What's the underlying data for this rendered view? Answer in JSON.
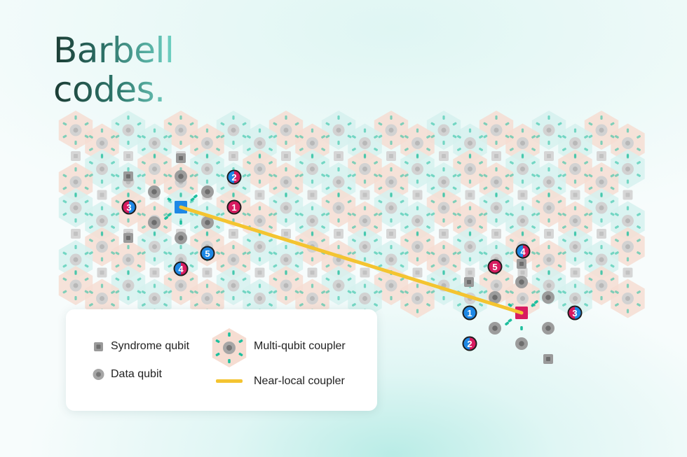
{
  "title": {
    "line1": "Barbell",
    "line2": "codes."
  },
  "colors": {
    "syndrome": "#9a9a9a",
    "data": "#8f8f8f",
    "coupler_green": "#1fbf9e",
    "near_local": "#f4c430",
    "highlight_blue": "#1e88e5",
    "highlight_red": "#d81b60",
    "hex_peach": "#f6ddd2",
    "hex_mint": "#d6f1ee"
  },
  "lattice": {
    "highlight_a": {
      "color": "blue",
      "labels": [
        {
          "text": "1",
          "style": "red"
        },
        {
          "text": "2",
          "style": "split"
        },
        {
          "text": "3",
          "style": "split-rb"
        },
        {
          "text": "4",
          "style": "split"
        },
        {
          "text": "5",
          "style": "blue"
        }
      ]
    },
    "highlight_b": {
      "color": "red",
      "labels": [
        {
          "text": "1",
          "style": "blue"
        },
        {
          "text": "2",
          "style": "split"
        },
        {
          "text": "3",
          "style": "split-rb"
        },
        {
          "text": "4",
          "style": "split"
        },
        {
          "text": "5",
          "style": "red"
        }
      ]
    }
  },
  "legend": {
    "syndrome": "Syndrome qubit",
    "data": "Data qubit",
    "multi": "Multi-qubit coupler",
    "near_local": "Near-local coupler"
  }
}
